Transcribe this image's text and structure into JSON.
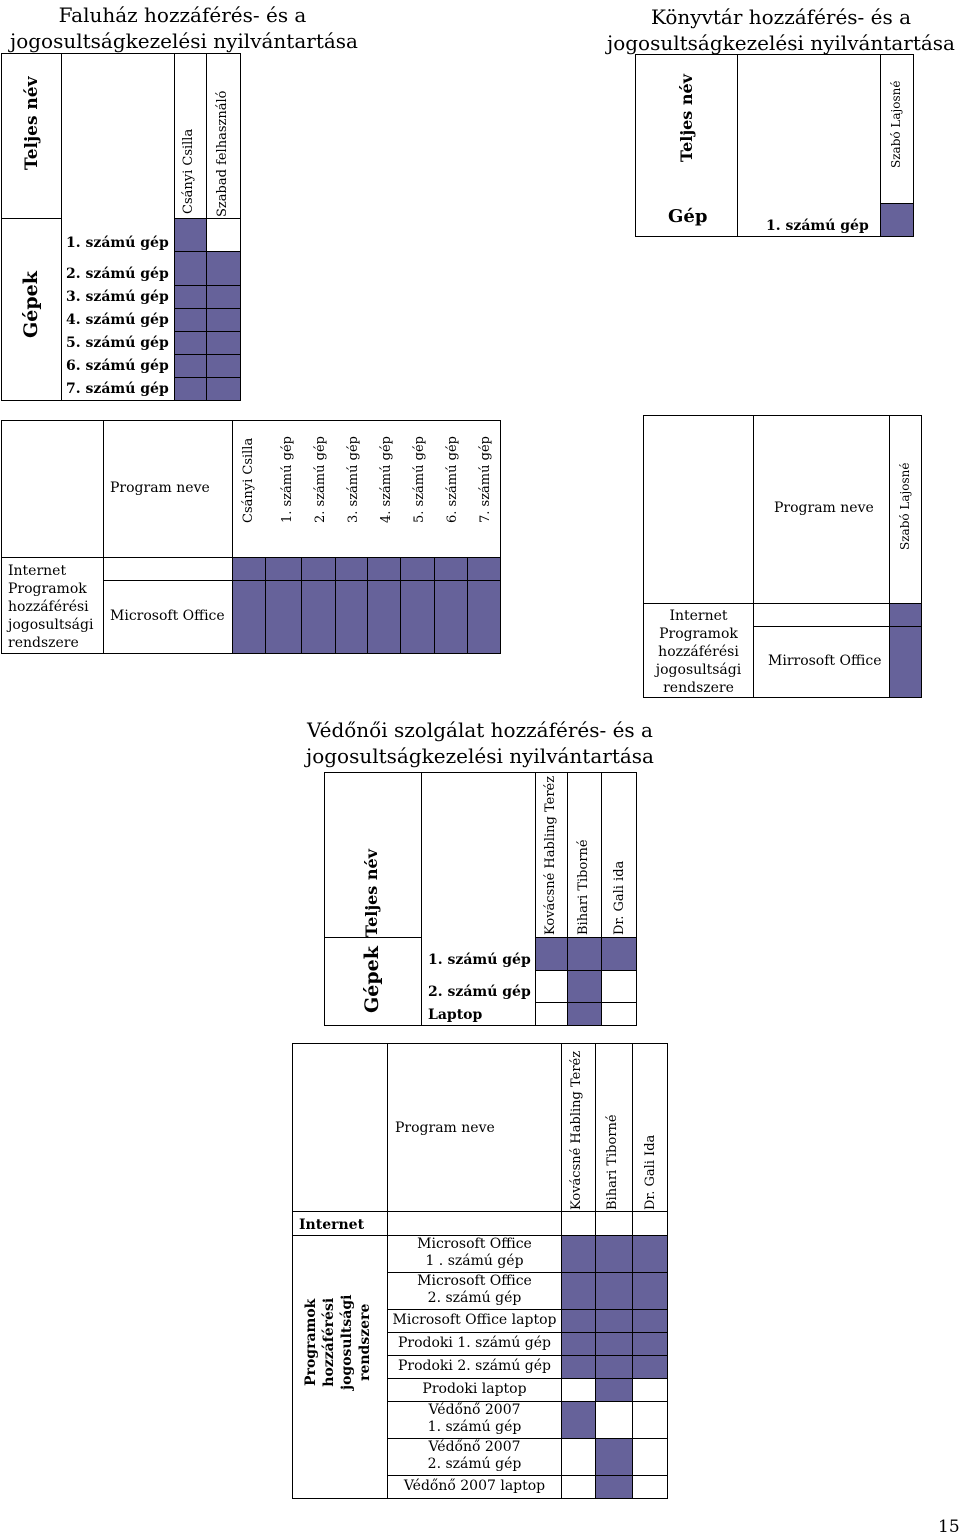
{
  "faluhaz": {
    "title_line1": "Faluház hozzáférés- és a",
    "title_line2": "jogosultságkezelési nyilvántartása",
    "full_name_header": "Teljes név",
    "machines_header": "Gépek",
    "users": [
      "Csányi Csilla",
      "Szabad felhasználó"
    ],
    "machines": [
      "1. számú gép",
      "2. számú gép",
      "3. számú gép",
      "4. számú gép",
      "5. számú gép",
      "6. számú gép",
      "7. számú gép"
    ]
  },
  "konyvtar": {
    "title_line1": "Könyvtár hozzáférés- és a",
    "title_line2": "jogosultságkezelési nyilvántartása",
    "full_name_header": "Teljes név",
    "machine_header": "Gép",
    "user": "Szabó Lajosné",
    "machine": "1. számú gép"
  },
  "faluhaz_programs": {
    "program_header": "Program neve",
    "left_label_lines": [
      "Internet",
      "Programok",
      "hozzáférési",
      "jogosultsági",
      "rendszere"
    ],
    "columns": [
      "Csányi Csilla",
      "1. számú gép",
      "2. számú gép",
      "3. számú gép",
      "4. számú gép",
      "5. számú gép",
      "6. számú gép",
      "7. számú gép"
    ],
    "program": "Microsoft Office"
  },
  "konyvtar_programs": {
    "program_header": "Program neve",
    "column": "Szabó Lajosné",
    "left_label_lines": [
      "Internet",
      "Programok",
      "hozzáférési",
      "jogosultsági",
      "rendszere"
    ],
    "program": "Mirrosoft Office"
  },
  "vedonoi": {
    "title_line1": "Védőnői szolgálat hozzáférés- és a",
    "title_line2": "jogosultságkezelési nyilvántartása",
    "full_name_header": "Teljes név",
    "machines_header": "Gépek",
    "users": [
      "Kovácsné Habling Teréz",
      "Bihari Tiborné",
      "Dr. Gali ida"
    ],
    "machines": [
      "1. számú gép",
      "2. számú gép",
      "Laptop"
    ]
  },
  "vedonoi_programs": {
    "program_header": "Program neve",
    "internet_label": "Internet",
    "left_label_lines": [
      "Programok",
      "hozzáférési",
      "jogosultsági",
      "rendszere"
    ],
    "users": [
      "Kovácsné Habling Teréz",
      "Bihari Tiborné",
      "Dr. Gali Ida"
    ],
    "programs": [
      [
        "Microsoft Office",
        "1 . számú gép"
      ],
      [
        "Microsoft Office",
        "2. számú gép"
      ],
      [
        "Microsoft Office laptop"
      ],
      [
        "Prodoki 1. számú gép"
      ],
      [
        "Prodoki 2. számú gép"
      ],
      [
        "Prodoki laptop"
      ],
      [
        "Védőnő 2007",
        "1. számú gép"
      ],
      [
        "Védőnő 2007",
        "2. számú gép"
      ],
      [
        "Védőnő 2007 laptop"
      ]
    ]
  },
  "page_number": "15",
  "fill_color": "#66629a"
}
